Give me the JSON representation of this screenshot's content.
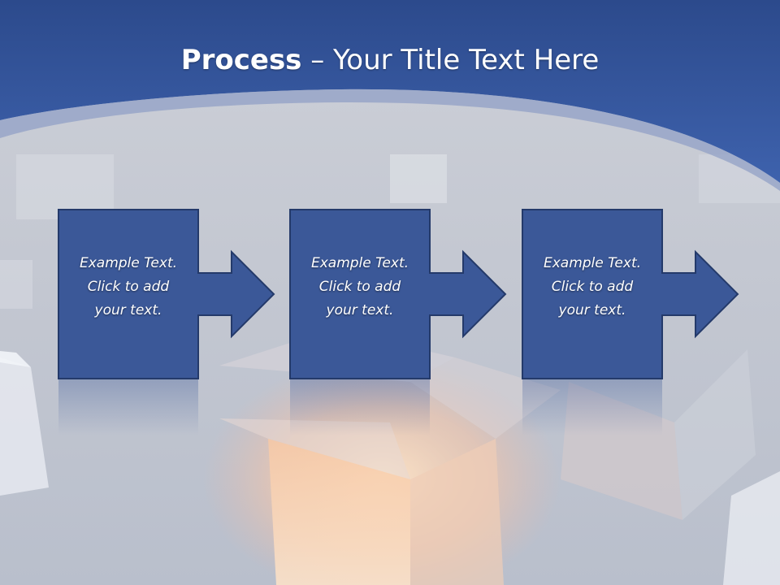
{
  "slide": {
    "title_bold": "Process",
    "title_rest": " – Your Title Text Here"
  },
  "steps": [
    {
      "lines": [
        "Example Text.",
        "Click  to add",
        "your text."
      ]
    },
    {
      "lines": [
        "Example Text.",
        "Click  to add",
        "your text."
      ]
    },
    {
      "lines": [
        "Example Text.",
        "Click  to add",
        "your text."
      ]
    }
  ],
  "colors": {
    "header_blue": "#3a5aa0",
    "box_blue": "#3b5898",
    "box_border": "#243a6a"
  }
}
